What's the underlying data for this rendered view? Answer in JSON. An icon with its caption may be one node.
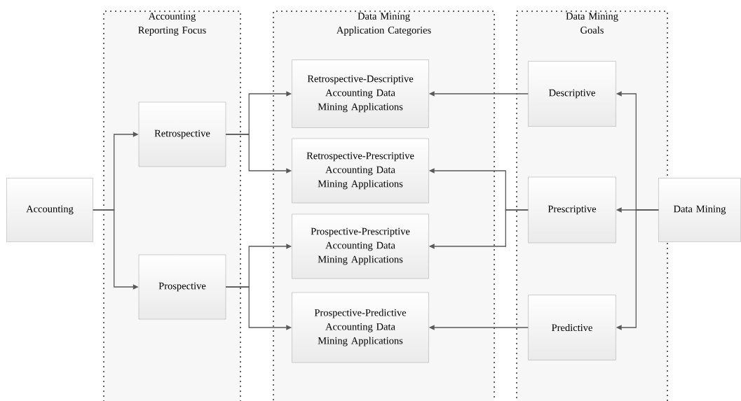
{
  "diagram": {
    "nodes": [
      {
        "text": [
          "Accounting Reporting Focus"
        ]
      },
      {
        "text": [
          "Data Mining Application Categories"
        ]
      },
      {
        "text": [
          "Data Mining Goals"
        ]
      },
      {
        "text": [
          "Accounting"
        ]
      },
      {
        "text": [
          "Retrospective"
        ],
        "in": 0
      },
      {
        "text": [
          "Prospective"
        ],
        "in": 0
      },
      {
        "text": [
          "Retrospective-Descriptive Accounting Data Mining Applications"
        ],
        "in": 1
      },
      {
        "text": [
          "Retrospective-Prescriptive Accounting Data Mining Applications"
        ],
        "in": 1
      },
      {
        "text": [
          "Prospective-Prescriptive Accounting Data Mining Applications"
        ],
        "in": 1
      },
      {
        "text": [
          "Prospective-Predictive Accounting Data Mining Applications"
        ],
        "in": 1
      },
      {
        "text": [
          "Descriptive"
        ],
        "in": 2
      },
      {
        "text": [
          "Prescriptive"
        ],
        "in": 2
      },
      {
        "text": [
          "Predictive"
        ],
        "in": 2
      },
      {
        "text": [
          "Data Mining"
        ]
      }
    ],
    "edges": [
      {
        "from": 3,
        "to": 4,
        "arrow": "to"
      },
      {
        "from": 3,
        "to": 5,
        "arrow": "to"
      },
      {
        "from": 4,
        "to": 6,
        "arrow": "to"
      },
      {
        "from": 4,
        "to": 7,
        "arrow": "to"
      },
      {
        "from": 5,
        "to": 8,
        "arrow": "to"
      },
      {
        "from": 5,
        "to": 9,
        "arrow": "to"
      },
      {
        "from": 10,
        "to": 6,
        "arrow": "to"
      },
      {
        "from": 11,
        "to": 7,
        "arrow": "to"
      },
      {
        "from": 11,
        "to": 8,
        "arrow": "to"
      },
      {
        "from": 12,
        "to": 9,
        "arrow": "to"
      },
      {
        "from": 13,
        "to": 10,
        "arrow": "to"
      },
      {
        "from": 13,
        "to": 11,
        "arrow": "to"
      },
      {
        "from": 13,
        "to": 12,
        "arrow": "to"
      }
    ]
  }
}
